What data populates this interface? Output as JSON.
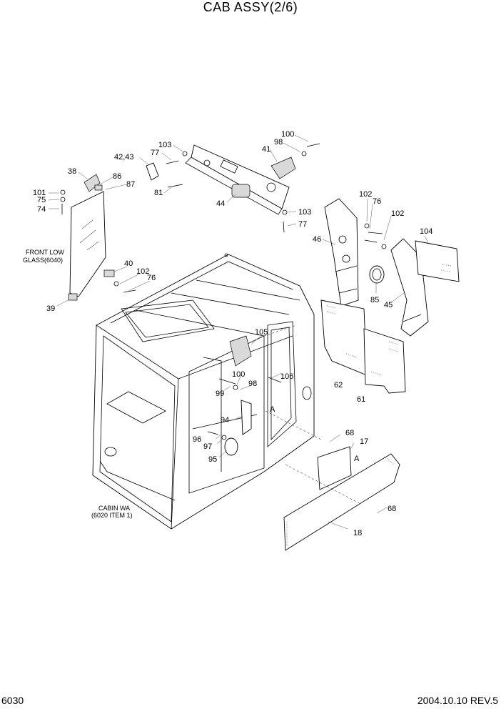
{
  "title": "CAB ASSY(2/6)",
  "page_number": "6030",
  "revision": "2004.10.10  REV.5",
  "notes": {
    "front_glass_line1": "FRONT LOW",
    "front_glass_line2": "GLASS(6040)",
    "cabin_line1": "CABIN WA",
    "cabin_line2": "(6020 ITEM 1)"
  },
  "callouts": {
    "c100a": "100",
    "c98a": "98",
    "c41": "41",
    "c103a": "103",
    "c77a": "77",
    "c4243": "42,43",
    "c38": "38",
    "c86": "86",
    "c87": "87",
    "c101": "101",
    "c75": "75",
    "c74": "74",
    "c81": "81",
    "c44": "44",
    "c103b": "103",
    "c77b": "77",
    "c102a": "102",
    "c76a": "76",
    "c102b": "102",
    "c104": "104",
    "c46": "46",
    "c85": "85",
    "c45": "45",
    "c40": "40",
    "c102c": "102",
    "c76b": "76",
    "c39": "39",
    "c105": "105",
    "c100b": "100",
    "c106": "106",
    "c99": "99",
    "c98b": "98",
    "c62": "62",
    "c61": "61",
    "c94": "94",
    "cA1": "A",
    "c96": "96",
    "c97": "97",
    "c95": "95",
    "c68a": "68",
    "c17": "17",
    "cA2": "A",
    "c68b": "68",
    "c18": "18"
  }
}
